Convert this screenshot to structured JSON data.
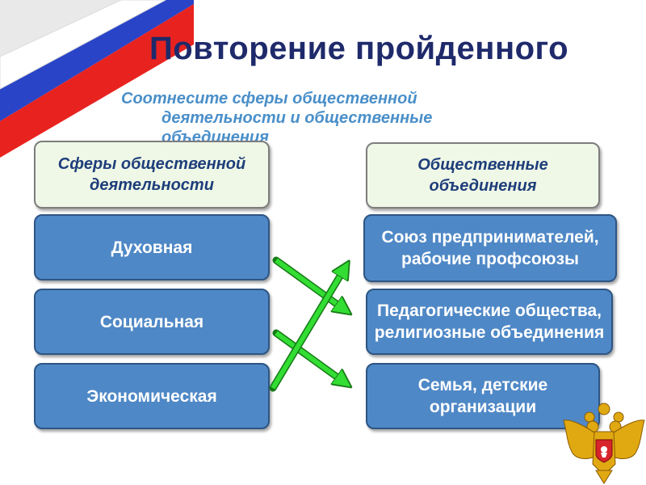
{
  "slide": {
    "title": "Повторение пройденного",
    "subtitle": {
      "line1": "Соотнесите сферы общественной",
      "line2": "деятельности и общественные",
      "line3": "объединения"
    }
  },
  "left_column": {
    "header": "Сферы общественной деятельности",
    "items": [
      "Духовная",
      "Социальная",
      "Экономическая"
    ]
  },
  "right_column": {
    "header": "Общественные объединения",
    "items": [
      "Союз предпринимателей, рабочие профсоюзы",
      "Педагогические общества, религиозные объединения",
      "Семья, детские организации"
    ]
  },
  "colors": {
    "title": "#1f2a6b",
    "subtitle": "#4a8fc9",
    "item_fill": "#4f88c6",
    "header_fill": "#eff8e7",
    "arrow": "#33dd33"
  },
  "icons": [
    "russian-flag",
    "arrow-icon",
    "coat-of-arms-icon"
  ]
}
